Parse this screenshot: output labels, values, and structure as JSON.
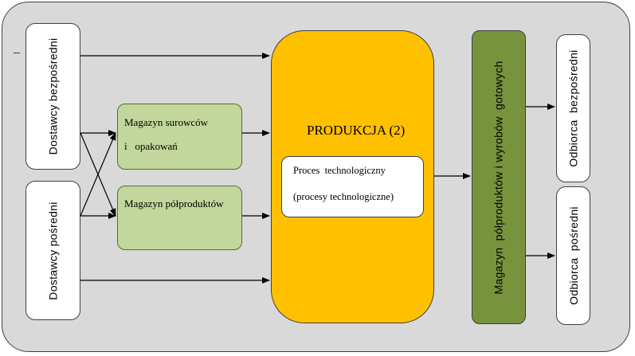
{
  "suppliers": {
    "direct": "Dostawcy  bezpośredni",
    "indirect": "Dostawcy pośredni"
  },
  "warehouses": {
    "raw_line1": "Magazyn  surowców",
    "raw_line2": "i   opakowań",
    "semi": "Magazyn półproduktów"
  },
  "production": {
    "title": "PRODUKCJA (2)",
    "process_line1": "Proces  technologiczny",
    "process_line2": "(procesy technologiczne)"
  },
  "finished_warehouse": "Magazyn  półproduktów i wyrobów  gotowych",
  "recipients": {
    "direct": "Odbiorca  bezpośredni",
    "indirect": "Odbiorca  pośredni"
  },
  "colors": {
    "frame": "#d9d9d9",
    "warehouse_green": "#c3d69b",
    "production_yellow": "#ffc000",
    "finished_green": "#77933c"
  }
}
